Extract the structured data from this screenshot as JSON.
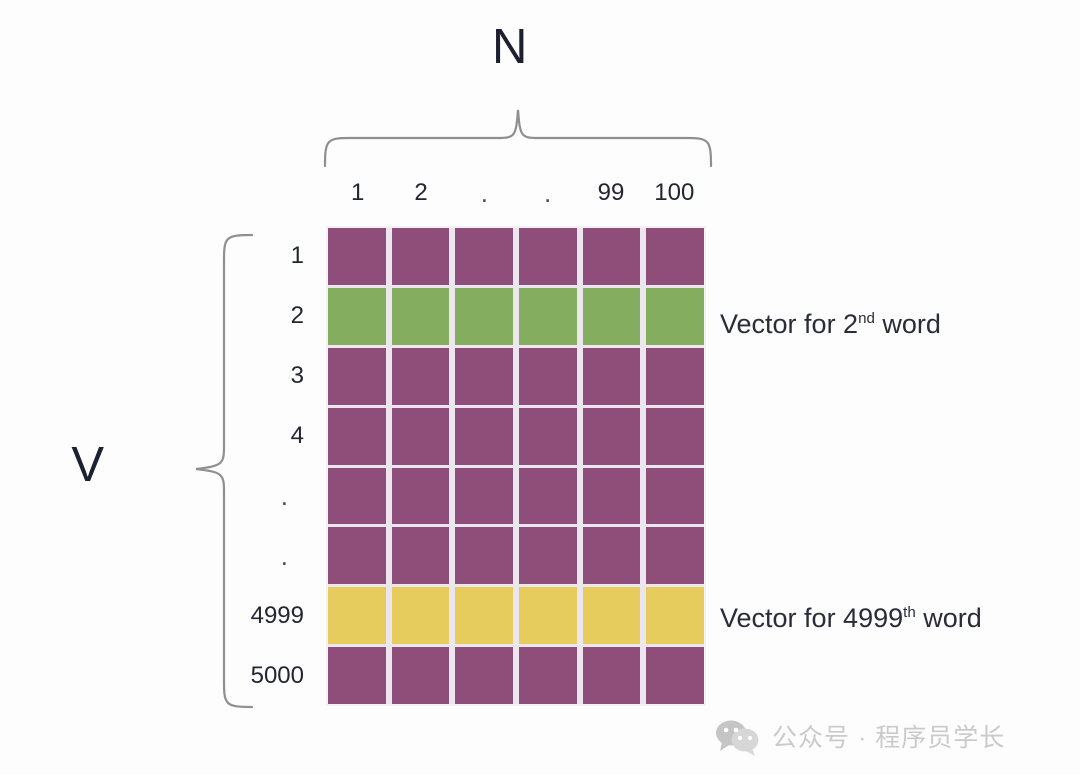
{
  "figure": {
    "dimension_labels": {
      "top": "N",
      "left": "V"
    },
    "column_headers": [
      "1",
      "2",
      ".",
      ".",
      "99",
      "100"
    ],
    "row_headers": [
      "1",
      "2",
      "3",
      "4",
      ".",
      ".",
      "4999",
      "5000"
    ],
    "annotations": {
      "green_row": {
        "prefix": "Vector for 2",
        "ordinal": "nd",
        "suffix": " word"
      },
      "yellow_row": {
        "prefix": "Vector for 4999",
        "ordinal": "th",
        "suffix": " word"
      }
    },
    "colors": {
      "default_cell": "#8f4e79",
      "highlight_green": "#84ad5f",
      "highlight_yellow": "#e6cb5d",
      "grid_line": "#efeaf2",
      "brace": "#8f8f92",
      "text": "#232631",
      "watermark": "#b7b7b7"
    },
    "matrix": {
      "rows": 8,
      "cols": 6,
      "row_colors": [
        "#8f4e79",
        "#84ad5f",
        "#8f4e79",
        "#8f4e79",
        "#8f4e79",
        "#8f4e79",
        "#e6cb5d",
        "#8f4e79"
      ]
    }
  },
  "watermark": {
    "icon": "wechat-bubbles-icon",
    "text": "公众号 · 程序员学长"
  }
}
